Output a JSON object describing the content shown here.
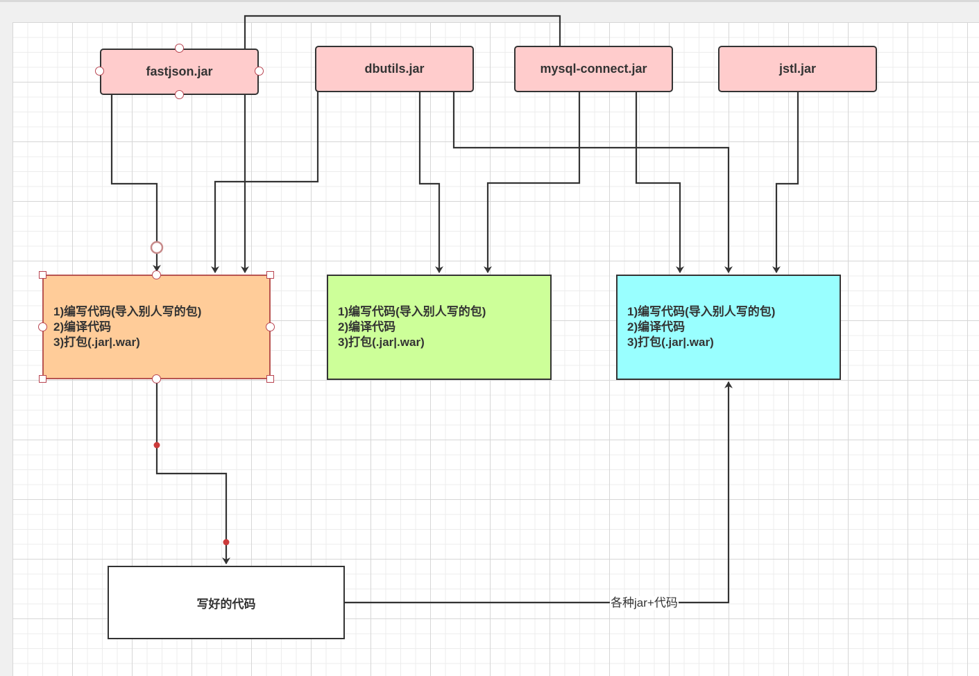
{
  "jars": {
    "fastjson": "fastjson.jar",
    "dbutils": "dbutils.jar",
    "mysql": "mysql-connect.jar",
    "jstl": "jstl.jar"
  },
  "project": {
    "line1": "1)编写代码(导入别人写的包)",
    "line2": "2)编译代码",
    "line3": "3)打包(.jar|.war)"
  },
  "code_node": "写好的代码",
  "edge_label": "各种jar+代码",
  "colors": {
    "jar_fill": "#ffcccc",
    "project_left_fill": "#ffcc99",
    "project_left_border": "#b85450",
    "project_middle_fill": "#cdff99",
    "project_right_fill": "#99ffff",
    "line": "#333333",
    "selection_handle": "#b84450"
  }
}
